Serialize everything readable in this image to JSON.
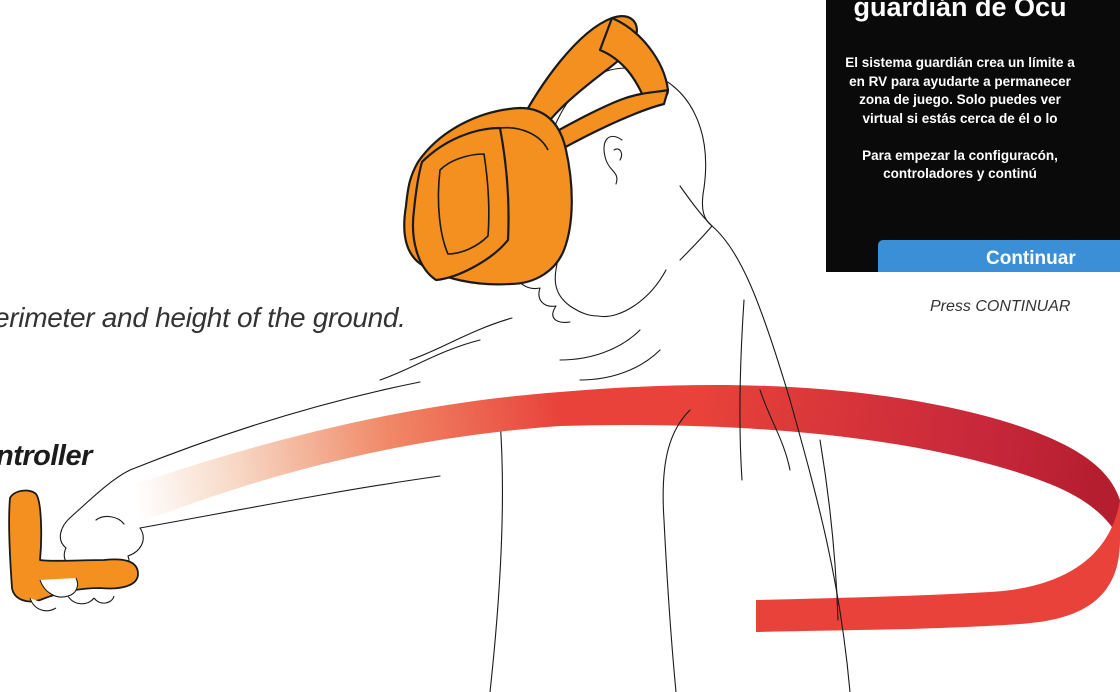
{
  "captions": {
    "perimeter": "erimeter and height of the ground.",
    "controller": "ntroller",
    "press": "Press CONTINUAR"
  },
  "panel": {
    "title": "guardián de Ocu",
    "body_lines": [
      "El sistema guardián crea un límite a",
      "en RV para ayudarte a permanecer",
      "zona de juego. Solo puedes ver",
      "virtual si estás cerca de él o lo"
    ],
    "body_lines_2": [
      "Para empezar la configuracón,",
      "controladores y continú"
    ],
    "button_label": "Continuar"
  },
  "colors": {
    "headset_orange": "#f39020",
    "boundary_red": "#e8423a",
    "boundary_dark_red": "#b51e2e",
    "button_blue": "#3a8fd6",
    "panel_bg": "#0a0a0a",
    "outline": "#1a1a1a"
  },
  "icons": {
    "headset": "vr-headset",
    "controller": "vr-controller",
    "boundary": "boundary-stroke"
  }
}
